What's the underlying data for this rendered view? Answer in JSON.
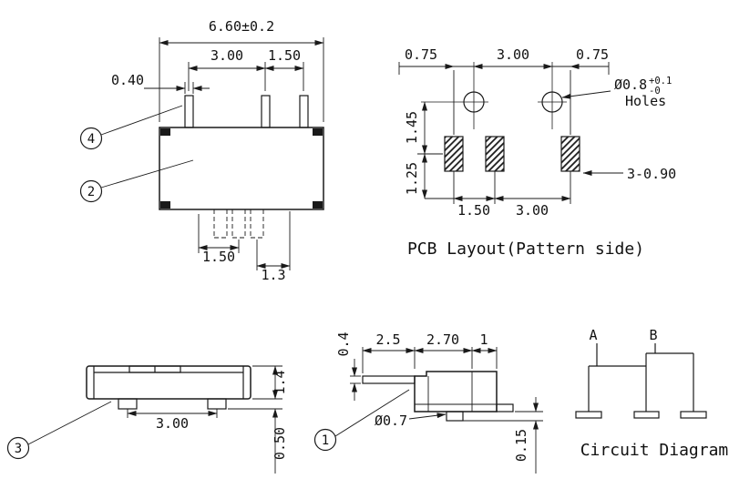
{
  "sheet": {
    "background": "#ffffff",
    "line_color": "#1a1a1a"
  },
  "front_view": {
    "dim_overall_width": "6.60±0.2",
    "dim_pin_pitch_a": "3.00",
    "dim_pin_pitch_b": "1.50",
    "dim_pin_width": "0.40",
    "dim_bottom_a": "1.50",
    "dim_bottom_b": "1.3",
    "callout_4": "4",
    "callout_2": "2"
  },
  "pcb_layout": {
    "caption": "PCB Layout(Pattern side)",
    "dim_left": "0.75",
    "dim_center": "3.00",
    "dim_right": "0.75",
    "hole_dia": "Ø0.8",
    "hole_tol_upper": "+0.1",
    "hole_tol_lower": "-0",
    "hole_label": "Holes",
    "dim_v_upper": "1.45",
    "dim_v_lower": "1.25",
    "dim_pad_a": "1.50",
    "dim_pad_b": "3.00",
    "pad_note": "3-0.90"
  },
  "side_view": {
    "dim_height": "1.4",
    "dim_foot_pitch": "3.00",
    "dim_foot_height": "0.50",
    "callout_3": "3"
  },
  "end_view": {
    "dim_lead_thickness": "0.4",
    "dim_lead_length": "2.5",
    "dim_body_width": "2.70",
    "dim_step": "1",
    "dim_boss_dia": "Ø0.7",
    "dim_standoff": "0.15",
    "callout_1": "1"
  },
  "circuit": {
    "caption": "Circuit Diagram",
    "label_a": "A",
    "label_b": "B"
  }
}
